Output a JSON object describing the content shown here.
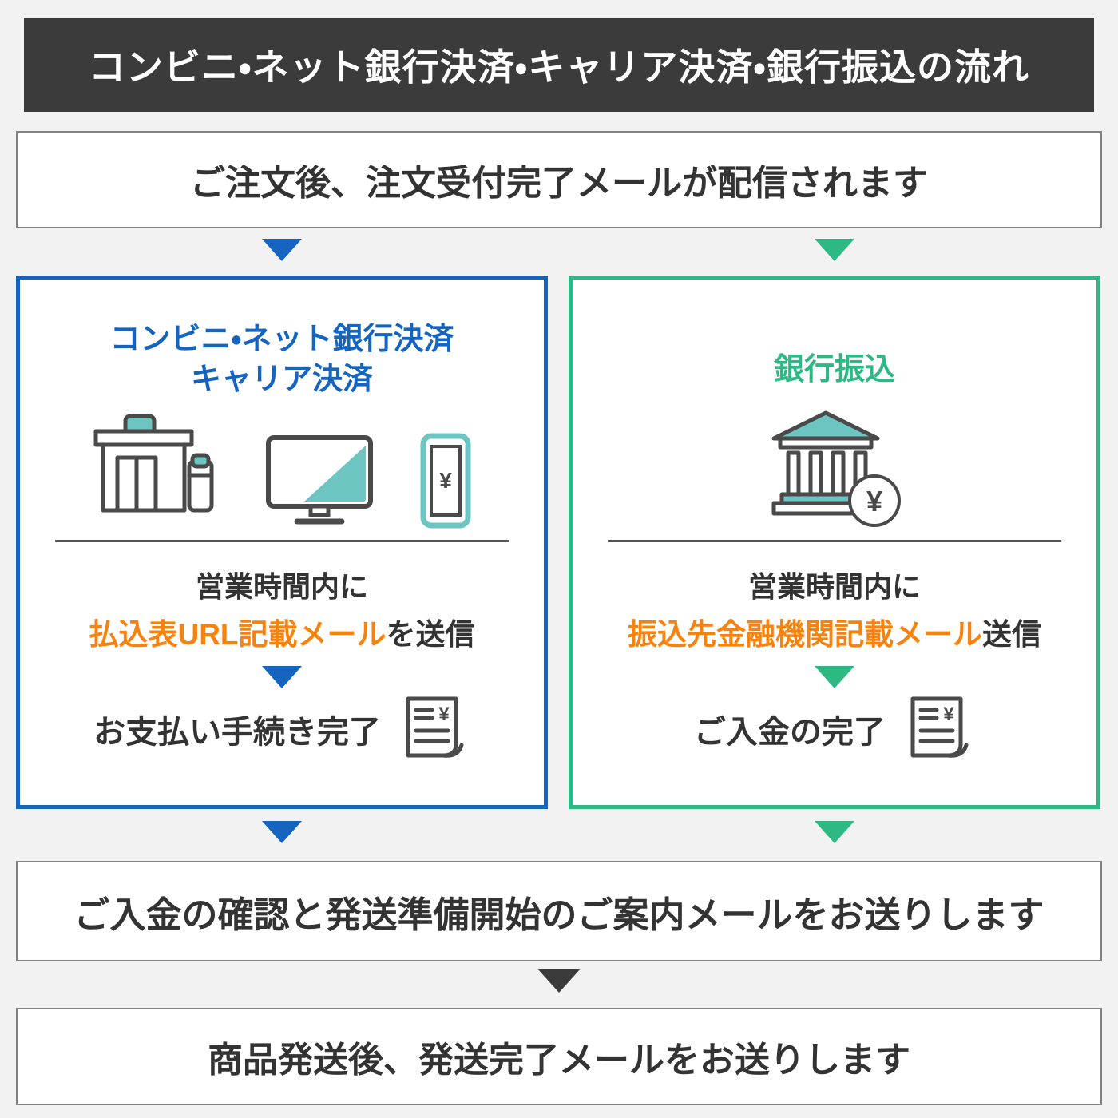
{
  "header": {
    "title": "コンビニ・ネット銀行決済・キャリア決済・銀行振込の流れ"
  },
  "steps": {
    "order_received": "ご注文後、注文受付完了メールが配信されます",
    "payment_confirmed": "ご入金の確認と発送準備開始のご案内メールをお送りします",
    "shipped": "商品発送後、発送完了メールをお送りします"
  },
  "panels": {
    "left": {
      "title_line1": "コンビニ・ネット銀行決済",
      "title_line2": "キャリア決済",
      "hours": "営業時間内に",
      "mail_highlight": "払込表URL記載メール",
      "mail_suffix": "を送信",
      "complete": "お支払い手続き完了"
    },
    "right": {
      "title": "銀行振込",
      "hours": "営業時間内に",
      "mail_highlight": "振込先金融機関記載メール",
      "mail_suffix": "送信",
      "complete": "ご入金の完了"
    }
  },
  "glyphs": {
    "yen": "¥"
  },
  "colors": {
    "background": "#f2f2f2",
    "header_bg": "#3b3b3b",
    "text_dark": "#333333",
    "blue": "#1565c0",
    "green": "#2eb884",
    "orange": "#f8820e",
    "teal": "#6cc5c0",
    "box_border": "#828282"
  }
}
